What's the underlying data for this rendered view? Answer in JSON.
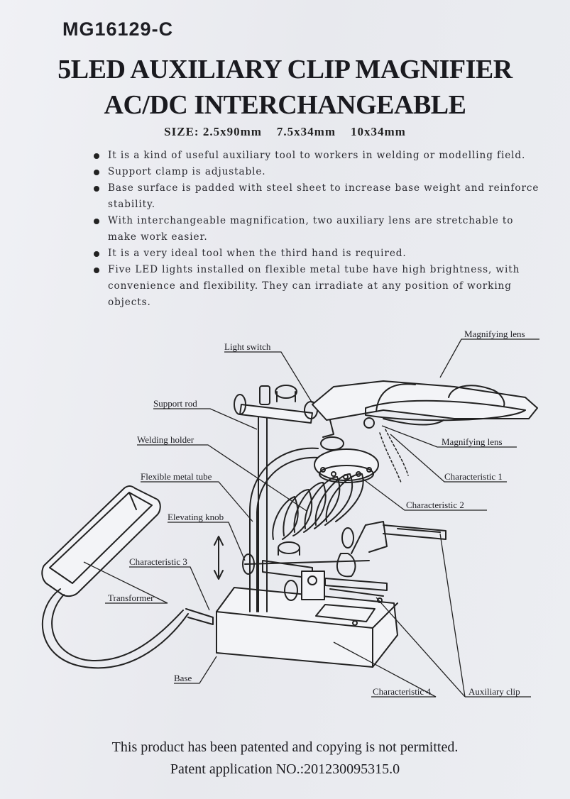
{
  "model": "MG16129-C",
  "title_line1": "5LED AUXILIARY CLIP MAGNIFIER",
  "title_line2": "AC/DC INTERCHANGEABLE",
  "size_line": "SIZE: 2.5x90mm    7.5x34mm    10x34mm",
  "bullets": [
    "It is a kind of useful auxiliary tool to workers in welding or modelling field.",
    "Support clamp is adjustable.",
    "Base surface is padded with steel sheet to increase base weight and reinforce stability.",
    "With interchangeable magnification, two auxiliary lens are stretchable to make work easier.",
    "It is a very ideal tool when the third hand is required.",
    "Five LED lights installed on flexible metal tube have high brightness, with convenience and flexibility. They can irradiate at any position of working objects."
  ],
  "labels": {
    "magnifying_lens_top": "Magnifying lens",
    "light_switch": "Light switch",
    "support_rod": "Support rod",
    "magnifying_lens": "Magnifying lens",
    "welding_holder": "Welding holder",
    "characteristic_1": "Characteristic 1",
    "flexible_metal_tube": "Flexible metal tube",
    "characteristic_2": "Characteristic 2",
    "elevating_knob": "Elevating knob",
    "characteristic_3": "Characteristic 3",
    "transformer": "Transformer",
    "base": "Base",
    "characteristic_4": "Characteristic 4",
    "auxiliary_clip": "Auxiliary clip"
  },
  "footer_line1": "This product has been patented and copying is not permitted.",
  "footer_line2": "Patent application NO.:201230095315.0"
}
